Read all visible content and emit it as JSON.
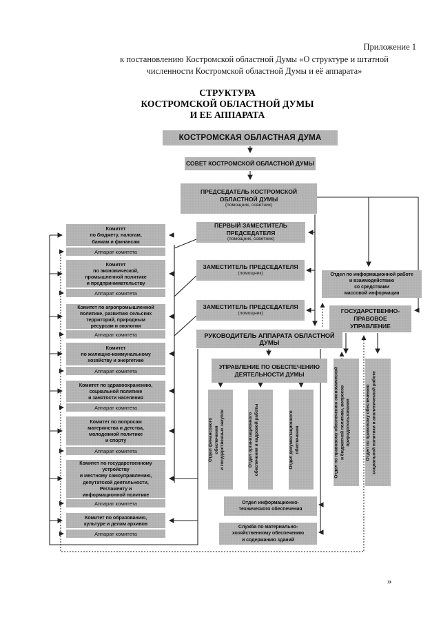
{
  "page": {
    "annex_line1": "Приложение 1",
    "annex_line2": "к постановлению Костромской областной Думы «О структуре и штатной",
    "annex_line3": "численности  Костромской областной Думы и её аппарата»",
    "title": "СТРУКТУРА\nКОСТРОМСКОЙ ОБЛАСТНОЙ ДУМЫ\nИ ЕЕ АППАРАТА",
    "footer_mark": "»"
  },
  "colors": {
    "box_fill": "#b4b4b4",
    "box_text": "#101010",
    "line": "#222222"
  },
  "chart": {
    "duma": "КОСТРОМСКАЯ ОБЛАСТНАЯ ДУМА",
    "council": "СОВЕТ КОСТРОМСКОЙ ОБЛАСТНОЙ ДУМЫ",
    "chairman": {
      "title": "ПРЕДСЕДАТЕЛЬ КОСТРОМСКОЙ\nОБЛАСТНОЙ ДУМЫ",
      "note": "(помощник, советник)"
    },
    "first_deputy": {
      "title": "ПЕРВЫЙ ЗАМЕСТИТЕЛЬ ПРЕДСЕДАТЕЛЯ",
      "note": "(помощник, советник)"
    },
    "deputy1": {
      "title": "ЗАМЕСТИТЕЛЬ ПРЕДСЕДАТЕЛЯ",
      "note": "(помощник)"
    },
    "deputy2": {
      "title": "ЗАМЕСТИТЕЛЬ ПРЕДСЕДАТЕЛЯ",
      "note": "(помощник)"
    },
    "apparat_head": "РУКОВОДИТЕЛЬ АППАРАТА ОБЛАСТНОЙ ДУМЫ",
    "media_dept": "Отдел по информационной работе\nи взаимодействию\nсо средствами\nмассовой информации",
    "legal_dept": "ГОСУДАРСТВЕННО-ПРАВОВОЕ\nУПРАВЛЕНИЕ",
    "support_dept": "УПРАВЛЕНИЕ ПО ОБЕСПЕЧЕНИЮ\nДЕЯТЕЛЬНОСТИ ДУМЫ",
    "committees": [
      {
        "label": "Комитет\nпо бюджету, налогам,\nбанкам и финансам",
        "apparat": "Аппарат комитета"
      },
      {
        "label": "Комитет\nпо экономической,\nпромышленной политике\nи предпринимательству",
        "apparat": "Аппарат комитета"
      },
      {
        "label": "Комитет по агропромышленной\nполитике, развитию сельских\nтерриторий, природным\nресурсам и экологии",
        "apparat": "Аппарат комитета"
      },
      {
        "label": "Комитет\nпо жилищно-коммунальному\nхозяйству и энергетике",
        "apparat": "Аппарат комитета"
      },
      {
        "label": "Комитет по здравоохранению,\nсоциальной политике\nи занятости населения",
        "apparat": "Аппарат комитета"
      },
      {
        "label": "Комитет по вопросам\nматеринства и детства,\nмолодежной политике\nи спорту",
        "apparat": "Аппарат комитета"
      },
      {
        "label": "Комитет по государственному\nустройству\nи местному самоуправлению,\nдепутатской деятельности,\nРегламенту и\nинформационной политике",
        "apparat": "Аппарат комитета"
      },
      {
        "label": "Комитет по образованию,\nкультуре и делам архивов",
        "apparat": "Аппарат комитета"
      }
    ],
    "vertical_depts": [
      "Отдел финансового\nобеспечения\nи государственных закупок",
      "Отдел организационного\nобеспечения и кадровой работы",
      "Отдел документационного\nобеспечения",
      "Отдел по правовому обеспечению экономической\nи бюджетной политики, вопросов\nприродопользования",
      "Отдел по правовому обеспечению\nсоциальной политики и аналитической работе"
    ],
    "it_dept": "Отдел информационно-\nтехнического обеспечения",
    "facility_dept": "Служба по материально-\nхозяйственному обеспечению\nи содержанию зданий"
  }
}
